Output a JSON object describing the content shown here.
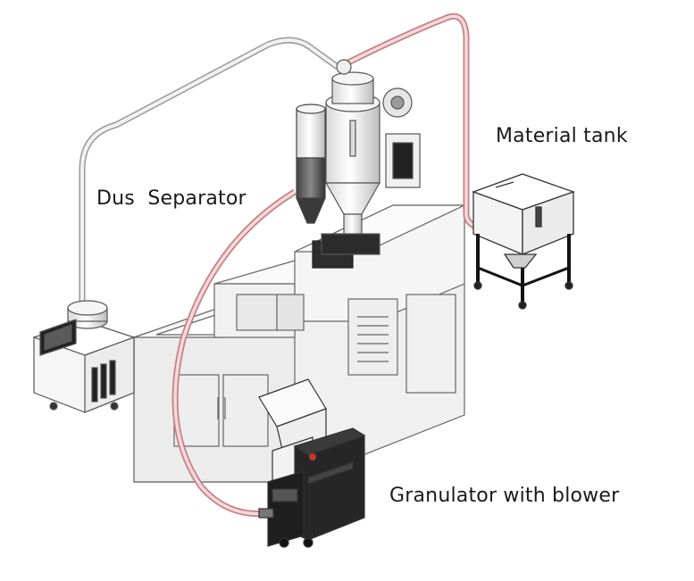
{
  "labels": {
    "material_tank": "Material tank",
    "dust_separator": "Dus  Separator",
    "granulator": "Granulator with blower"
  },
  "colors": {
    "pipe_red": "#d98a8e",
    "pipe_grey": "#a9a9a9",
    "outline": "#555555",
    "machine_fill": "#f4f4f4",
    "dark_unit": "#2a2a2a",
    "accent_red": "#c0392b"
  }
}
